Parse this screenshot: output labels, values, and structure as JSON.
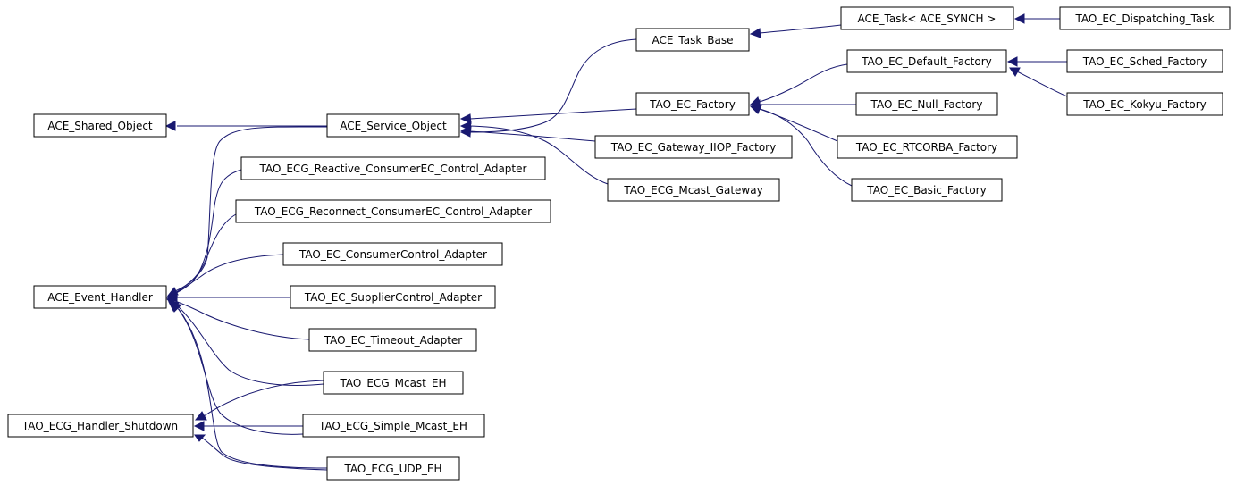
{
  "diagram": {
    "nodes": [
      {
        "id": "ace_shared_object",
        "label": "ACE_Shared_Object"
      },
      {
        "id": "ace_event_handler",
        "label": "ACE_Event_Handler"
      },
      {
        "id": "tao_ecg_handler_shutdown",
        "label": "TAO_ECG_Handler_Shutdown"
      },
      {
        "id": "ace_service_object",
        "label": "ACE_Service_Object"
      },
      {
        "id": "tao_ecg_reactive_consumerec_control_adapter",
        "label": "TAO_ECG_Reactive_ConsumerEC_Control_Adapter"
      },
      {
        "id": "tao_ecg_reconnect_consumerec_control_adapter",
        "label": "TAO_ECG_Reconnect_ConsumerEC_Control_Adapter"
      },
      {
        "id": "tao_ec_consumercontrol_adapter",
        "label": "TAO_EC_ConsumerControl_Adapter"
      },
      {
        "id": "tao_ec_suppliercontrol_adapter",
        "label": "TAO_EC_SupplierControl_Adapter"
      },
      {
        "id": "tao_ec_timeout_adapter",
        "label": "TAO_EC_Timeout_Adapter"
      },
      {
        "id": "tao_ecg_mcast_eh",
        "label": "TAO_ECG_Mcast_EH"
      },
      {
        "id": "tao_ecg_simple_mcast_eh",
        "label": "TAO_ECG_Simple_Mcast_EH"
      },
      {
        "id": "tao_ecg_udp_eh",
        "label": "TAO_ECG_UDP_EH"
      },
      {
        "id": "ace_task_base",
        "label": "ACE_Task_Base"
      },
      {
        "id": "tao_ec_factory",
        "label": "TAO_EC_Factory"
      },
      {
        "id": "tao_ec_gateway_iiop_factory",
        "label": "TAO_EC_Gateway_IIOP_Factory"
      },
      {
        "id": "tao_ecg_mcast_gateway",
        "label": "TAO_ECG_Mcast_Gateway"
      },
      {
        "id": "ace_task_ace_synch",
        "label": "ACE_Task< ACE_SYNCH >"
      },
      {
        "id": "tao_ec_default_factory",
        "label": "TAO_EC_Default_Factory"
      },
      {
        "id": "tao_ec_null_factory",
        "label": "TAO_EC_Null_Factory"
      },
      {
        "id": "tao_ec_rtcorba_factory",
        "label": "TAO_EC_RTCORBA_Factory"
      },
      {
        "id": "tao_ec_basic_factory",
        "label": "TAO_EC_Basic_Factory"
      },
      {
        "id": "tao_ec_dispatching_task",
        "label": "TAO_EC_Dispatching_Task"
      },
      {
        "id": "tao_ec_sched_factory",
        "label": "TAO_EC_Sched_Factory"
      },
      {
        "id": "tao_ec_kokyu_factory",
        "label": "TAO_EC_Kokyu_Factory"
      }
    ],
    "edges": [
      {
        "from": "ace_service_object",
        "to": "ace_shared_object"
      },
      {
        "from": "ace_service_object",
        "to": "ace_event_handler"
      },
      {
        "from": "tao_ecg_reactive_consumerec_control_adapter",
        "to": "ace_event_handler"
      },
      {
        "from": "tao_ecg_reconnect_consumerec_control_adapter",
        "to": "ace_event_handler"
      },
      {
        "from": "tao_ec_consumercontrol_adapter",
        "to": "ace_event_handler"
      },
      {
        "from": "tao_ec_suppliercontrol_adapter",
        "to": "ace_event_handler"
      },
      {
        "from": "tao_ec_timeout_adapter",
        "to": "ace_event_handler"
      },
      {
        "from": "tao_ecg_mcast_eh",
        "to": "ace_event_handler"
      },
      {
        "from": "tao_ecg_simple_mcast_eh",
        "to": "ace_event_handler"
      },
      {
        "from": "tao_ecg_udp_eh",
        "to": "ace_event_handler"
      },
      {
        "from": "tao_ecg_mcast_eh",
        "to": "tao_ecg_handler_shutdown"
      },
      {
        "from": "tao_ecg_simple_mcast_eh",
        "to": "tao_ecg_handler_shutdown"
      },
      {
        "from": "tao_ecg_udp_eh",
        "to": "tao_ecg_handler_shutdown"
      },
      {
        "from": "ace_task_base",
        "to": "ace_service_object"
      },
      {
        "from": "tao_ec_factory",
        "to": "ace_service_object"
      },
      {
        "from": "tao_ec_gateway_iiop_factory",
        "to": "ace_service_object"
      },
      {
        "from": "tao_ecg_mcast_gateway",
        "to": "ace_service_object"
      },
      {
        "from": "ace_task_ace_synch",
        "to": "ace_task_base"
      },
      {
        "from": "tao_ec_dispatching_task",
        "to": "ace_task_ace_synch"
      },
      {
        "from": "tao_ec_default_factory",
        "to": "tao_ec_factory"
      },
      {
        "from": "tao_ec_null_factory",
        "to": "tao_ec_factory"
      },
      {
        "from": "tao_ec_rtcorba_factory",
        "to": "tao_ec_factory"
      },
      {
        "from": "tao_ec_basic_factory",
        "to": "tao_ec_factory"
      },
      {
        "from": "tao_ec_sched_factory",
        "to": "tao_ec_default_factory"
      },
      {
        "from": "tao_ec_kokyu_factory",
        "to": "tao_ec_default_factory"
      }
    ]
  },
  "colors": {
    "edge": "#191970",
    "node_border": "#000000",
    "node_fill": "#ffffff",
    "text": "#000000"
  }
}
